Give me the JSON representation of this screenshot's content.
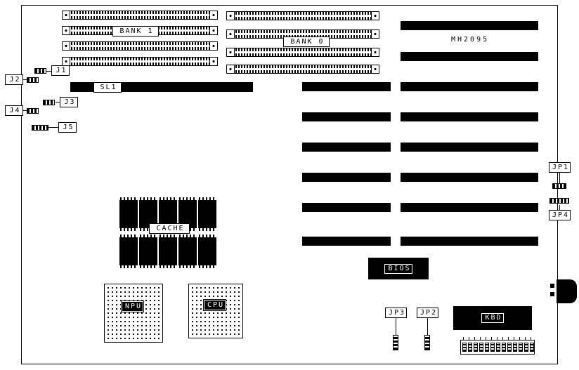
{
  "board": {
    "chipset_label": "MH2095"
  },
  "memory": {
    "bank1_label": "BANK 1",
    "bank0_label": "BANK 0",
    "slots_per_bank": 4
  },
  "slots": {
    "sl1_label": "SL1",
    "expansion_slots_left_column": 6,
    "expansion_slots_right_column": 8
  },
  "jumpers": {
    "j1": "J1",
    "j2": "J2",
    "j3": "J3",
    "j4": "J4",
    "j5": "J5",
    "jp1": "JP1",
    "jp2": "JP2",
    "jp3": "JP3",
    "jp4": "JP4"
  },
  "components": {
    "cache_label": "CACHE",
    "cache_chip_count": 10,
    "npu_label": "NPU",
    "cpu_label": "CPU",
    "bios_label": "BIOS",
    "kbd_label": "KBD"
  }
}
